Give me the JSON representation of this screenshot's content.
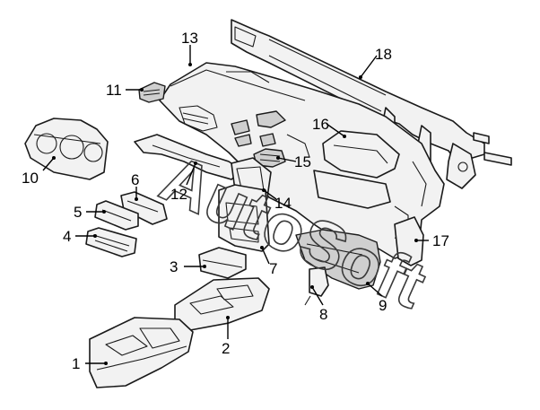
{
  "diagram": {
    "callouts": [
      {
        "id": "1",
        "label": "1"
      },
      {
        "id": "2",
        "label": "2"
      },
      {
        "id": "3",
        "label": "3"
      },
      {
        "id": "4",
        "label": "4"
      },
      {
        "id": "5",
        "label": "5"
      },
      {
        "id": "6",
        "label": "6"
      },
      {
        "id": "7",
        "label": "7"
      },
      {
        "id": "8",
        "label": "8"
      },
      {
        "id": "9",
        "label": "9"
      },
      {
        "id": "10",
        "label": "10"
      },
      {
        "id": "11",
        "label": "11"
      },
      {
        "id": "12",
        "label": "12"
      },
      {
        "id": "13",
        "label": "13"
      },
      {
        "id": "14",
        "label": "14"
      },
      {
        "id": "15",
        "label": "15"
      },
      {
        "id": "16",
        "label": "16"
      },
      {
        "id": "17",
        "label": "17"
      },
      {
        "id": "18",
        "label": "18"
      }
    ],
    "watermark": "AutoSoft"
  }
}
